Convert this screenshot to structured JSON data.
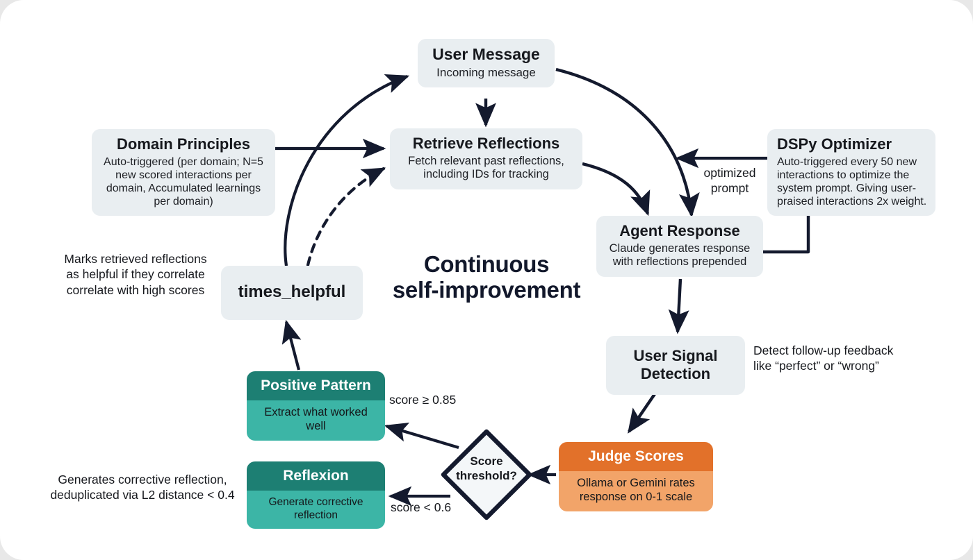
{
  "diagram": {
    "center_title_line1": "Continuous",
    "center_title_line2": "self-improvement",
    "colors": {
      "node_bg": "#e9eef1",
      "teal_header": "#1d7f73",
      "teal_body": "#3cb5a6",
      "orange_header": "#e2712a",
      "orange_body": "#f2a469",
      "edge": "#141a2e",
      "center_title": "#12182b"
    }
  },
  "nodes": {
    "user_message": {
      "title": "User Message",
      "sub": "Incoming message"
    },
    "retrieve_reflections": {
      "title": "Retrieve Reflections",
      "sub": "Fetch relevant past reflections, including IDs for tracking"
    },
    "domain_principles": {
      "title": "Domain Principles",
      "sub": "Auto-triggered (per domain; N=5 new scored interactions per domain, Accumulated learnings per domain)"
    },
    "dspy_optimizer": {
      "title": "DSPy Optimizer",
      "sub": "Auto-triggered every 50 new interactions to optimize the system prompt. Giving user-praised interactions 2x weight."
    },
    "agent_response": {
      "title": "Agent Response",
      "sub": "Claude generates response with reflections prepended"
    },
    "user_signal_detection": {
      "title": "User Signal Detection",
      "sub": ""
    },
    "times_helpful": {
      "title": "times_helpful",
      "sub": ""
    },
    "positive_pattern": {
      "header": "Positive Pattern",
      "body": "Extract what worked well"
    },
    "reflexion": {
      "header": "Reflexion",
      "body": "Generate corrective reflection"
    },
    "judge_scores": {
      "header": "Judge Scores",
      "body": "Ollama or Gemini rates response on 0-1 scale"
    },
    "score_threshold": {
      "line1": "Score",
      "line2": "threshold?"
    }
  },
  "edge_labels": {
    "optimized_prompt": "optimized\nprompt",
    "score_high": "score ≥ 0.85",
    "score_low": "score < 0.6"
  },
  "annotations": {
    "times_helpful_note": "Marks retrieved reflections\nas helpful if they correlate\ncorrelate with high scores",
    "user_signal_note": "Detect follow-up feedback\nlike “perfect” or “wrong”",
    "reflexion_note": "Generates corrective reflection,\ndeduplicated via L2 distance < 0.4"
  }
}
